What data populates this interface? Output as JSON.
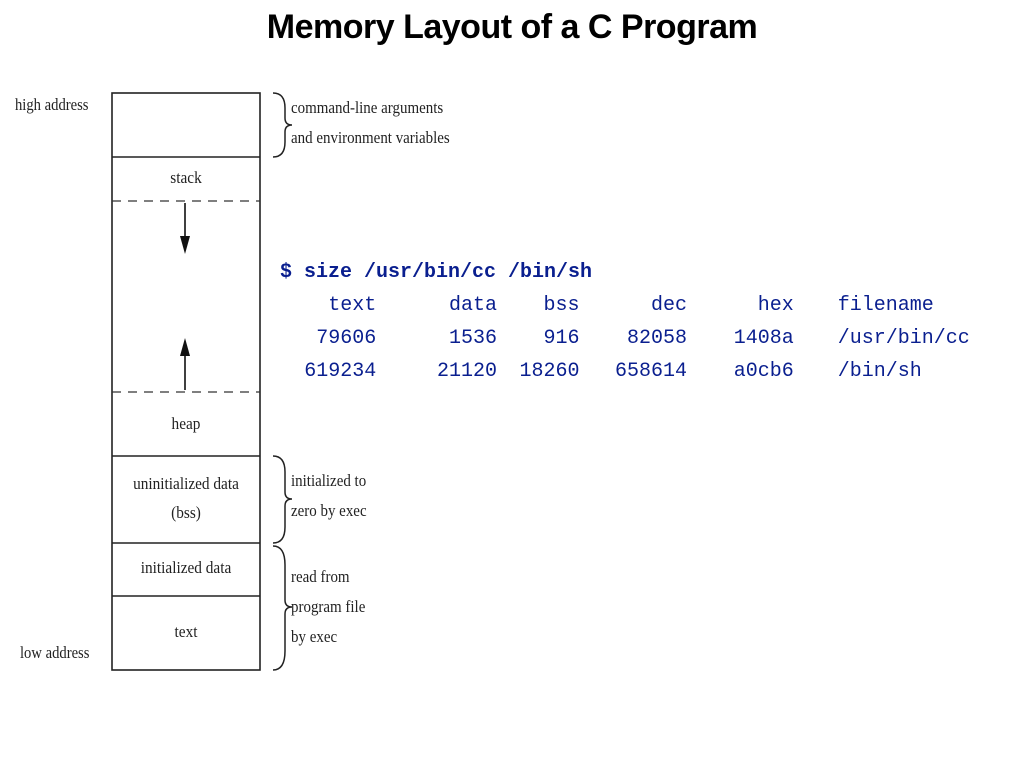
{
  "title": "Memory Layout of a C Program",
  "address_labels": {
    "high": "high address",
    "low": "low address"
  },
  "segments": {
    "stack": "stack",
    "heap": "heap",
    "bss_line1": "uninitialized data",
    "bss_line2": "(bss)",
    "initialized_data": "initialized data",
    "text": "text"
  },
  "annotations": {
    "args_line1": "command-line arguments",
    "args_line2": "and environment variables",
    "bss_line1": "initialized to",
    "bss_line2": "zero by exec",
    "file_line1": "read from",
    "file_line2": "program file",
    "file_line3": "by exec"
  },
  "terminal": {
    "command": "$ size /usr/bin/cc /bin/sh",
    "columns": [
      "text",
      "data",
      "bss",
      "dec",
      "hex",
      "filename"
    ],
    "rows": [
      [
        "79606",
        "1536",
        "916",
        "82058",
        "1408a",
        "/usr/bin/cc"
      ],
      [
        "619234",
        "21120",
        "18260",
        "658614",
        "a0cb6",
        "/bin/sh"
      ]
    ]
  }
}
